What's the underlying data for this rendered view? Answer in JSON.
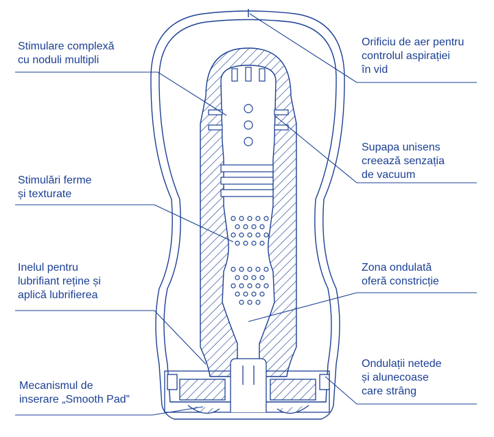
{
  "colors": {
    "line": "#1b3f93",
    "label_text": "#1b3f93",
    "background": "#ffffff"
  },
  "labels": [
    "Stimulare complexă\ncu noduli multipli",
    "Stimulări ferme\nși texturate",
    "Inelul pentru\nlubrifiant reține și\naplică lubrifierea",
    "Mecanismul de\ninserare „Smooth Pad”",
    "Orificiu de aer pentru\ncontrolul aspirației\nîn vid",
    "Supapa unisens\ncreează senzația\nde vacuum",
    "Zona ondulată\noferă constricție",
    "Ondulații netede\nși alunecoase\ncare strâng"
  ]
}
